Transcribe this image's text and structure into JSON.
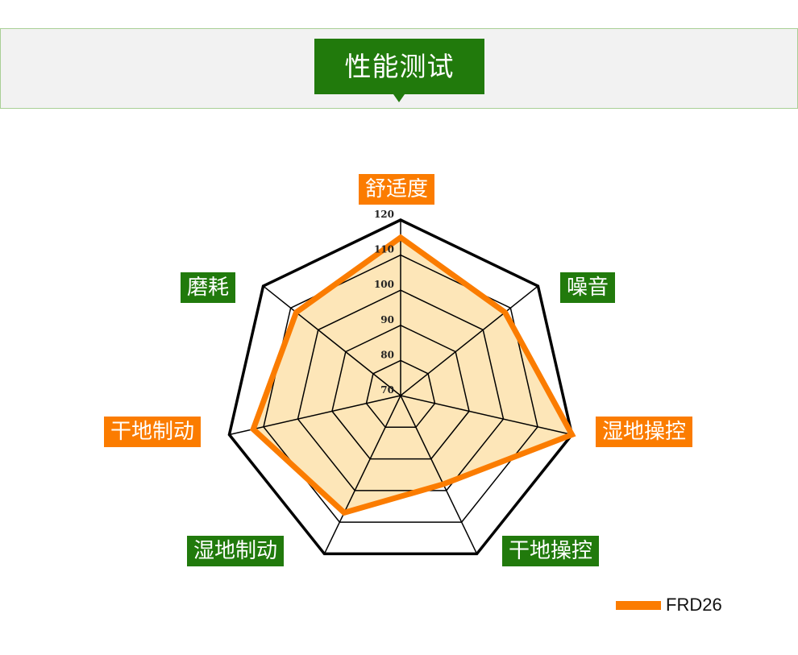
{
  "header": {
    "title": "性能测试"
  },
  "colors": {
    "green": "#217a0c",
    "orange": "#fb7c00",
    "fill": "#fde6b8"
  },
  "chart_data": {
    "type": "radar",
    "axes": [
      "舒适度",
      "噪音",
      "湿地操控",
      "干地操控",
      "湿地制动",
      "干地制动",
      "磨耗"
    ],
    "axis_label_colors": [
      "orange",
      "green",
      "orange",
      "green",
      "green",
      "orange",
      "green"
    ],
    "rlim": [
      70,
      120
    ],
    "ticks": [
      70,
      80,
      90,
      100,
      110,
      120
    ],
    "tick_labels": [
      "70",
      "80",
      "90",
      "100",
      "110",
      "120"
    ],
    "series": [
      {
        "name": "FRD26",
        "values": [
          115,
          108,
          120,
          98,
          107,
          113,
          108
        ]
      }
    ],
    "legend": "bottom-right"
  }
}
